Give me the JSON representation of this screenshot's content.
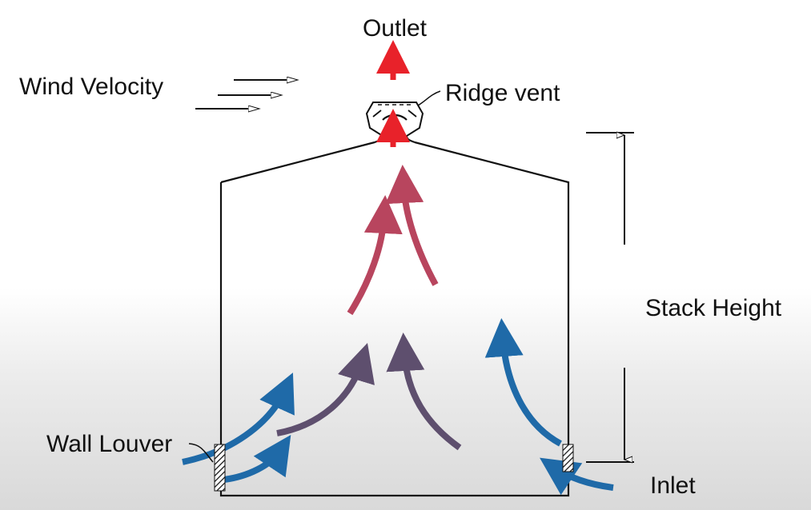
{
  "labels": {
    "outlet": "Outlet",
    "wind_velocity": "Wind Velocity",
    "ridge_vent": "Ridge vent",
    "stack_height": "Stack Height",
    "wall_louver": "Wall Louver",
    "inlet": "Inlet"
  },
  "colors": {
    "outline": "#111111",
    "outlet_arrow": "#e8222a",
    "warm_air": "#b8455e",
    "mixed_air": "#5e4f6e",
    "cool_air": "#1f6aa8"
  }
}
